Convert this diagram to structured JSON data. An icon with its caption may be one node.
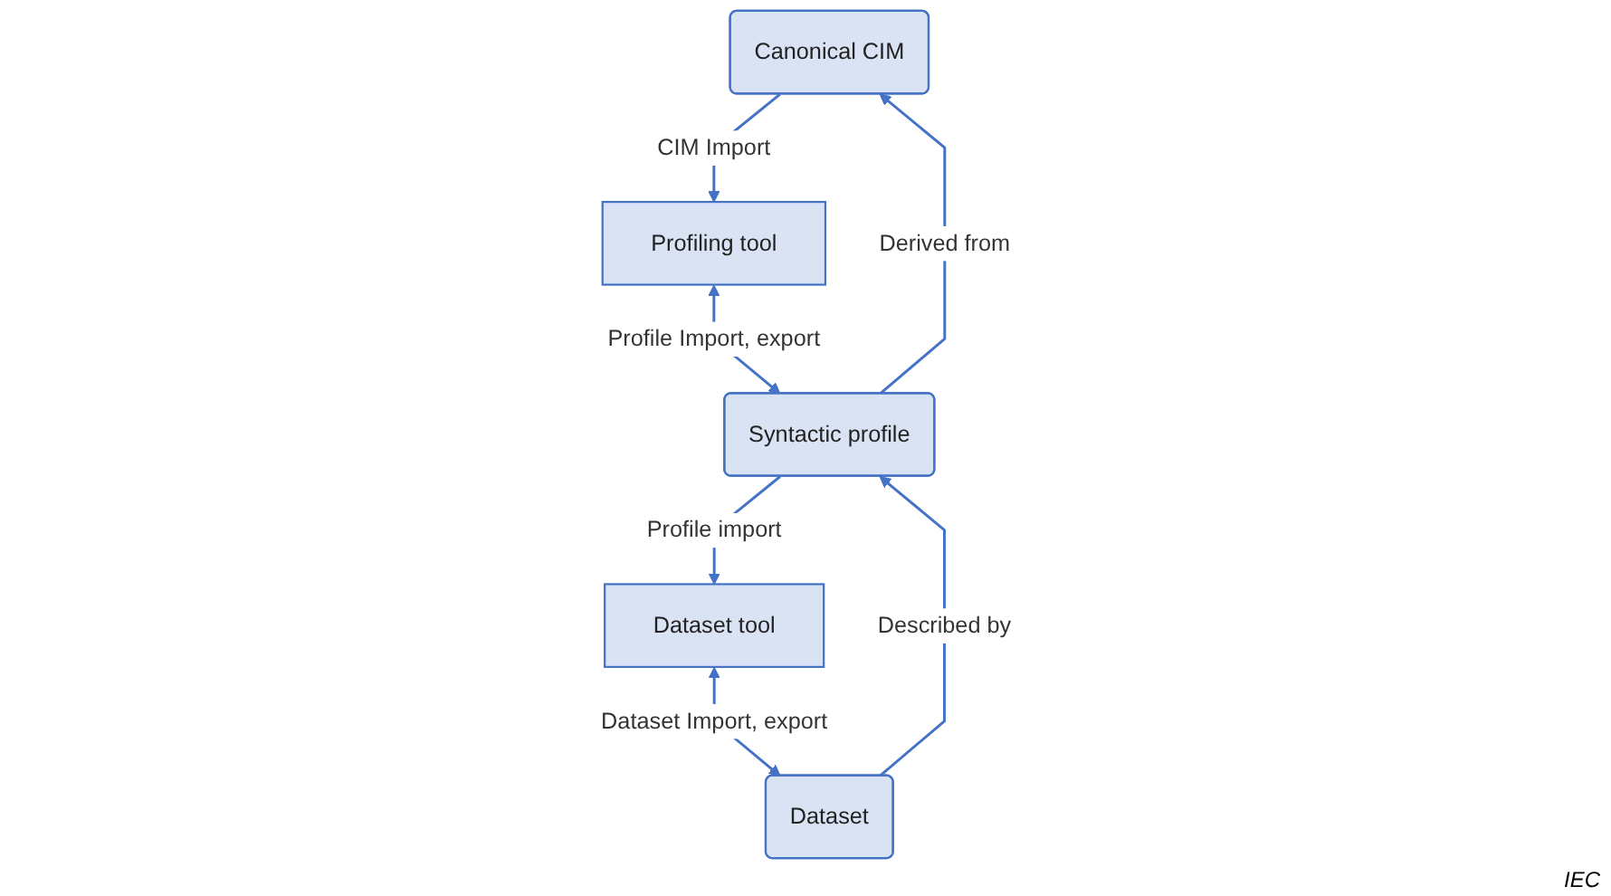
{
  "diagram": {
    "nodes": [
      {
        "text": [
          "Canonical CIM"
        ]
      },
      {
        "text": [
          "Profiling tool"
        ]
      },
      {
        "text": [
          "Syntactic profile"
        ]
      },
      {
        "text": [
          "Dataset tool"
        ]
      },
      {
        "text": [
          "Dataset"
        ]
      }
    ],
    "edges": [
      {
        "from": 0,
        "to": 1,
        "arrow": "to",
        "label": "CIM Import"
      },
      {
        "from": 2,
        "to": 0,
        "arrow": "to",
        "label": "Derived from"
      },
      {
        "from": 1,
        "to": 2,
        "arrow": "both",
        "label": "Profile Import, export"
      },
      {
        "from": 2,
        "to": 3,
        "arrow": "to",
        "label": "Profile import"
      },
      {
        "from": 4,
        "to": 2,
        "arrow": "to",
        "label": "Described by"
      },
      {
        "from": 3,
        "to": 4,
        "arrow": "both",
        "label": "Dataset Import, export"
      }
    ],
    "labels": [
      "IEC"
    ]
  }
}
